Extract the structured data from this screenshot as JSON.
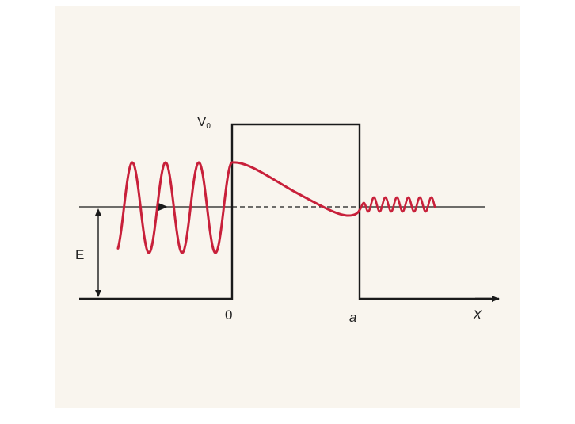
{
  "labels": {
    "barrier_height": "V",
    "barrier_height_subscript": "0",
    "energy": "E",
    "origin": "0",
    "barrier_width": "a",
    "x_axis": "X"
  },
  "colors": {
    "background": "#f9f5ee",
    "axis": "#1a1a1a",
    "wave": "#c8203a"
  }
}
